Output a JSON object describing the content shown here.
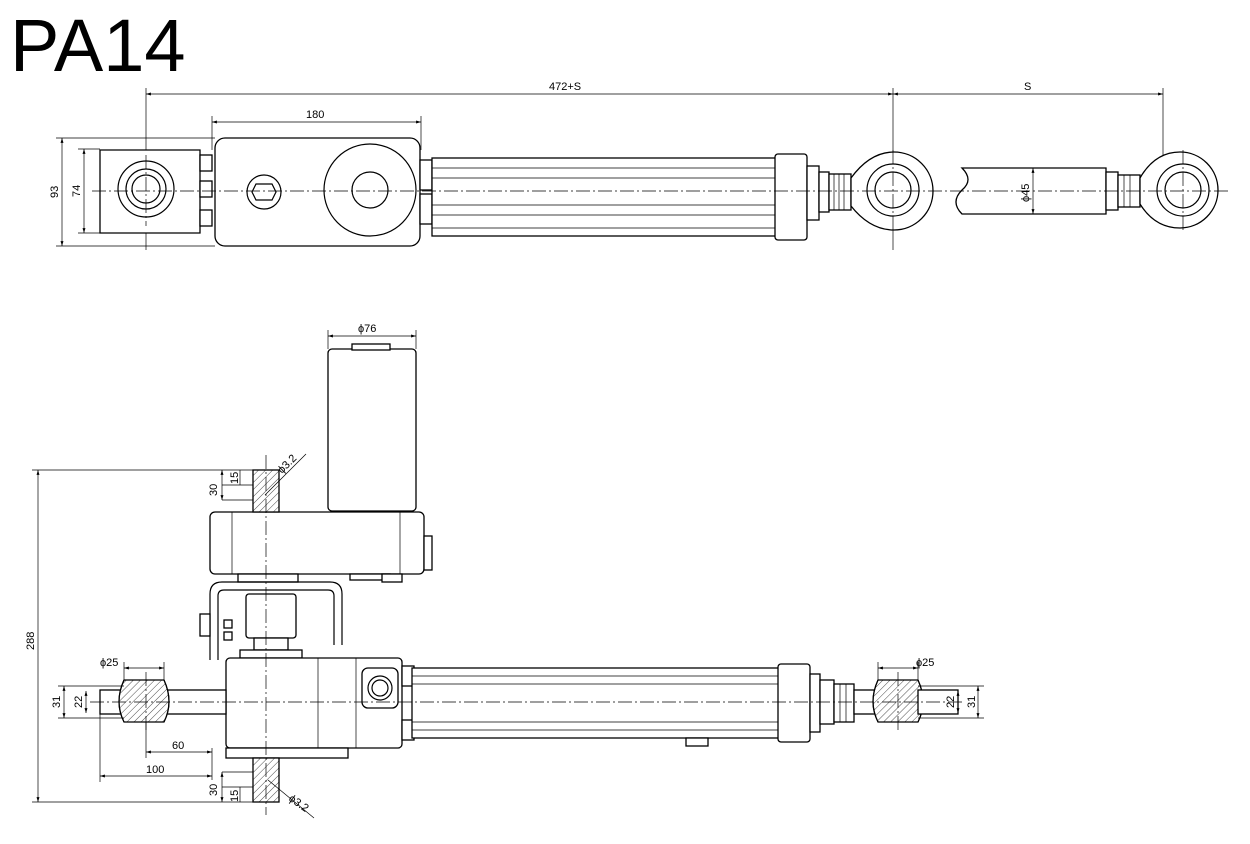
{
  "title": "PA14",
  "top_view": {
    "dims": {
      "overall": "472+S",
      "stroke": "S",
      "mount_length": "180",
      "height_outer": "93",
      "height_inner": "74",
      "rod_diameter": "ϕ45"
    }
  },
  "side_view": {
    "dims": {
      "motor_diameter": "ϕ76",
      "hole_top": "ϕ3.2",
      "hole_bottom": "ϕ3.2",
      "total_height": "288",
      "top_outer": "30",
      "top_inner": "15",
      "bottom_outer": "30",
      "bottom_inner": "15",
      "left_ball": "ϕ25",
      "right_ball": "ϕ25",
      "left_outer": "31",
      "left_inner": "22",
      "right_outer": "31",
      "right_inner": "22",
      "offset_60": "60",
      "offset_100": "100"
    }
  }
}
